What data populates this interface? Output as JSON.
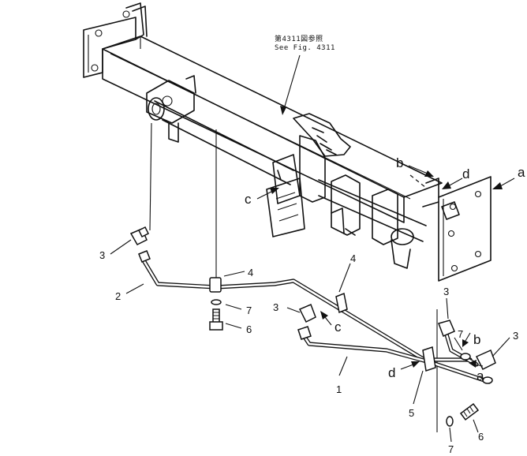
{
  "reference_note": {
    "line1": "第4311図参照",
    "line2": "See Fig. 4311"
  },
  "callouts": {
    "part_1": "1",
    "part_2": "2",
    "part_3_left": "3",
    "part_3_mid": "3",
    "part_3_right_top": "3",
    "part_3_right": "3",
    "part_4_left": "4",
    "part_4_mid": "4",
    "part_5": "5",
    "part_6_left": "6",
    "part_6_right": "6",
    "part_7_left": "7",
    "part_7_right_top": "7",
    "part_7_bottom": "7"
  },
  "connection_marks": {
    "a_frame": "a",
    "b_frame": "b",
    "c_frame": "c",
    "d_frame": "d",
    "a_pipe": "a",
    "b_pipe": "b",
    "c_pipe": "c",
    "d_pipe": "d"
  }
}
